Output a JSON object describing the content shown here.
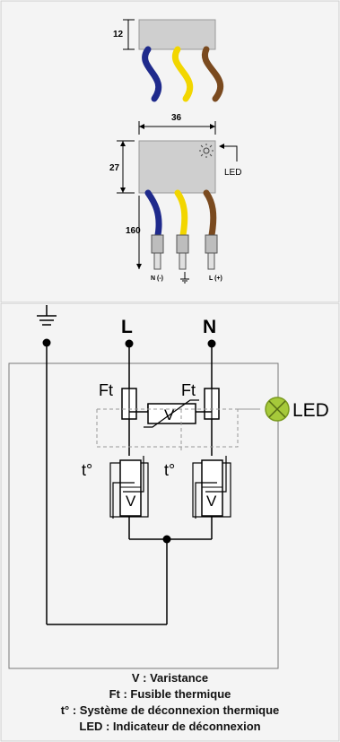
{
  "top": {
    "dim_side_height": "12",
    "dim_width": "36",
    "dim_height": "27",
    "dim_cable_length": "160",
    "led_label": "LED",
    "terminal_neutral": "N (-)",
    "terminal_line": "L (+)"
  },
  "schematic": {
    "line_label": "L",
    "neutral_label": "N",
    "fuse_left_label": "Ft",
    "fuse_right_label": "Ft",
    "thermal_left_label": "t°",
    "thermal_right_label": "t°",
    "varistor_top_label": "V",
    "varistor_left_label": "V",
    "varistor_right_label": "V",
    "led_label": "LED"
  },
  "legend": [
    {
      "text": "V : Varistance"
    },
    {
      "text": "Ft : Fusible thermique"
    },
    {
      "text": "t° : Système de déconnexion thermique"
    },
    {
      "text": "LED : Indicateur de déconnexion"
    }
  ],
  "colors": {
    "wire_blue": "#1f2a8c",
    "wire_yellow": "#f2d600",
    "wire_brown": "#7a4a1f",
    "device_grey": "#cfcfcf",
    "led_green": "#a6c93a",
    "panel_bg": "#f4f4f4"
  }
}
